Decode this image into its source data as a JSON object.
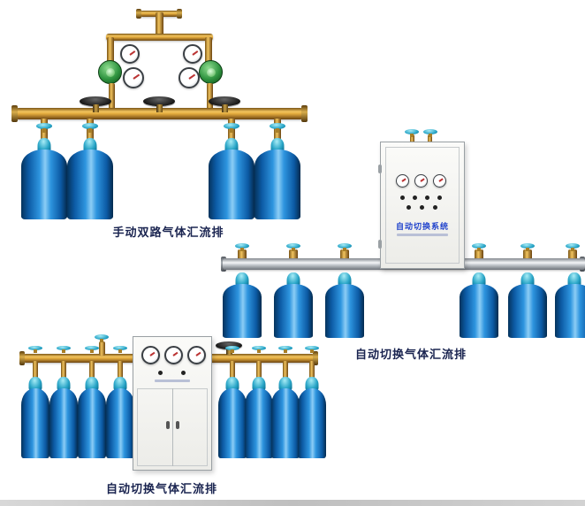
{
  "page": {
    "background": "#ffffff",
    "footer_strip_color": "#c9c9c9"
  },
  "products": [
    {
      "id": "manual-dual-manifold",
      "caption": "手动双路气体汇流排",
      "cylinder_count": 4,
      "gauge_count": 4,
      "regulator_count": 2,
      "handwheel_count": 3
    },
    {
      "id": "auto-switch-manifold-wall-cabinet",
      "caption": "自动切换气体汇流排",
      "cabinet_label": "自动切换系统",
      "cylinder_count": 6,
      "gauge_count": 3
    },
    {
      "id": "auto-switch-manifold-floor-cabinet",
      "caption": "自动切换气体汇流排",
      "cylinder_count": 8,
      "gauge_count": 3
    }
  ],
  "colors": {
    "cylinder_blue": "#1a6fc4",
    "brass_pipe": "#d89a32",
    "aluminum_pipe": "#c9ccd1",
    "cabinet_white": "#f6f6f3",
    "caption_text": "#1a2450",
    "cabinet_label_blue": "#2244cc",
    "valve_cyan": "#39b8d8"
  }
}
